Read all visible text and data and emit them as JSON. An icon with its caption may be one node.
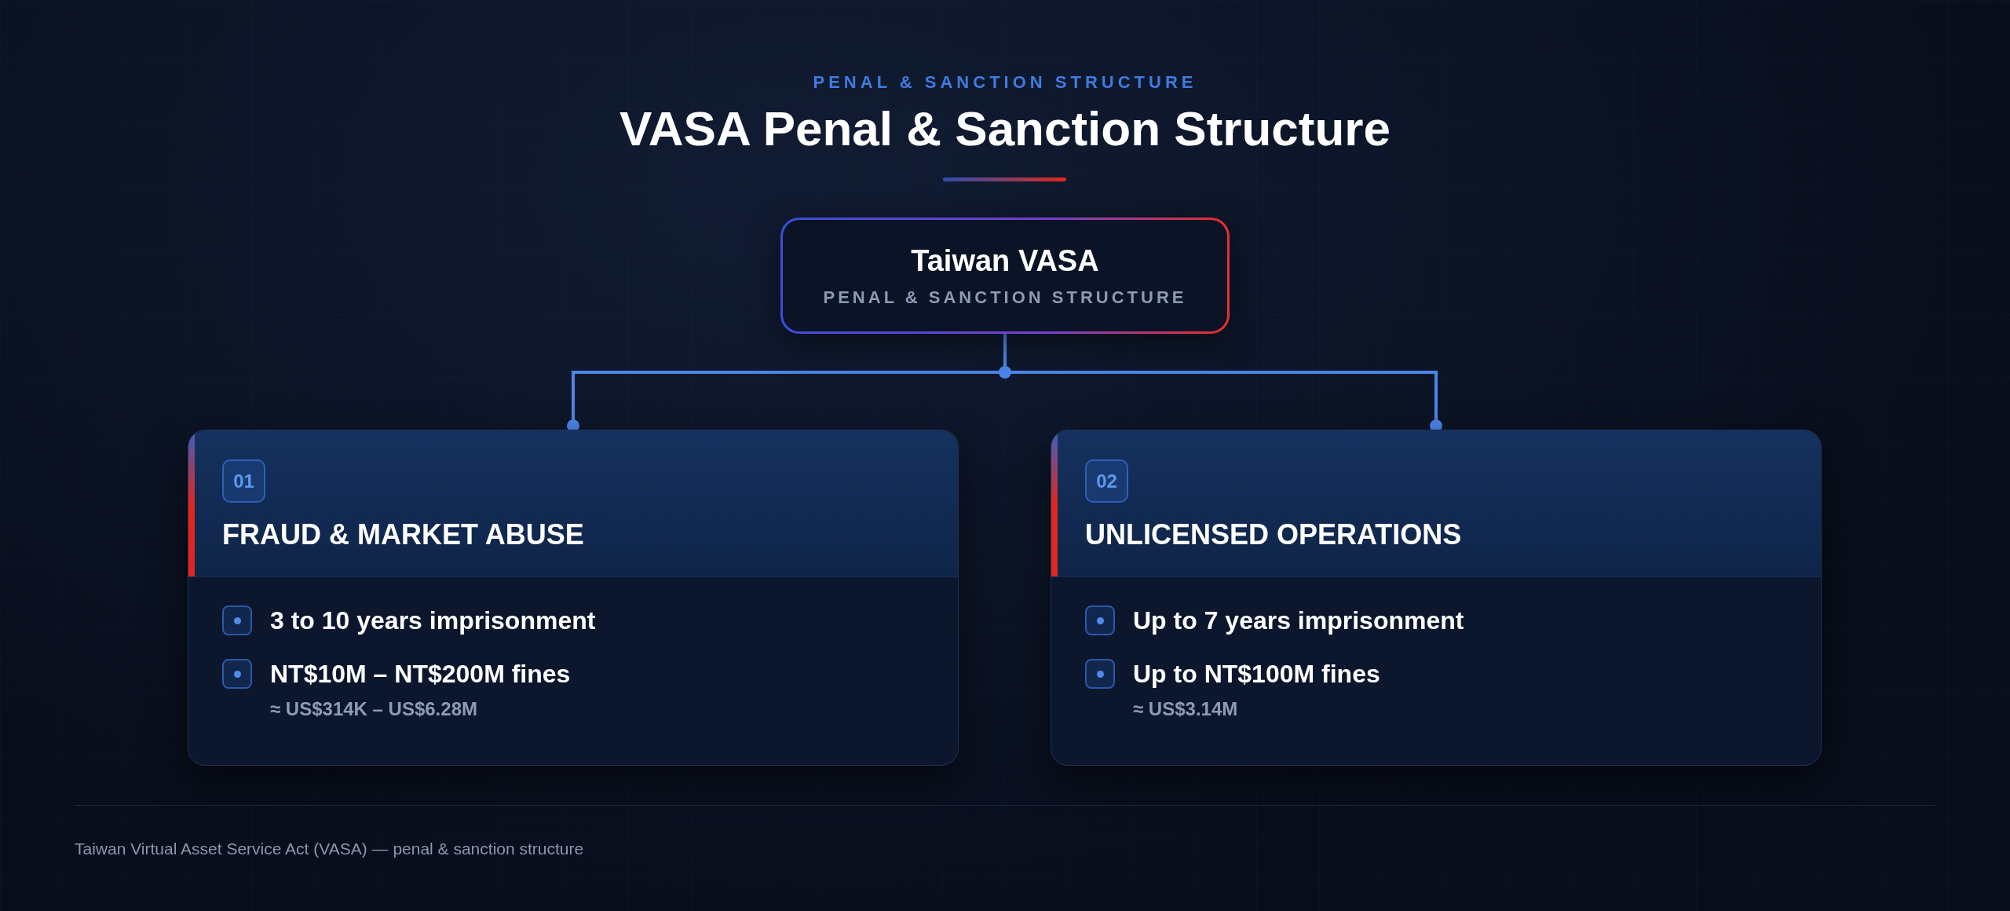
{
  "diagram": {
    "title": "VASA Penal & Sanction Structure",
    "caption": "Taiwan Virtual Asset Service Act (VASA) — penal & sanction structure",
    "nodes": [
      {
        "text": [
          "Taiwan VASA",
          "PENAL & SANCTION STRUCTURE"
        ]
      },
      {
        "text": [
          "01",
          "FRAUD & MARKET ABUSE",
          "3 to 10 years imprisonment",
          "NT$10M – NT$200M fines",
          "≈ US$314K – US$6.28M"
        ]
      },
      {
        "text": [
          "02",
          "UNLICENSED OPERATIONS",
          "Up to 7 years imprisonment",
          "Up to NT$100M fines",
          "≈ US$3.14M"
        ]
      }
    ],
    "edges": [
      {
        "from": 0,
        "to": 1,
        "arrow": "other"
      },
      {
        "from": 0,
        "to": 2,
        "arrow": "other"
      }
    ],
    "labels": [
      "PENAL & SANCTION STRUCTURE"
    ]
  }
}
